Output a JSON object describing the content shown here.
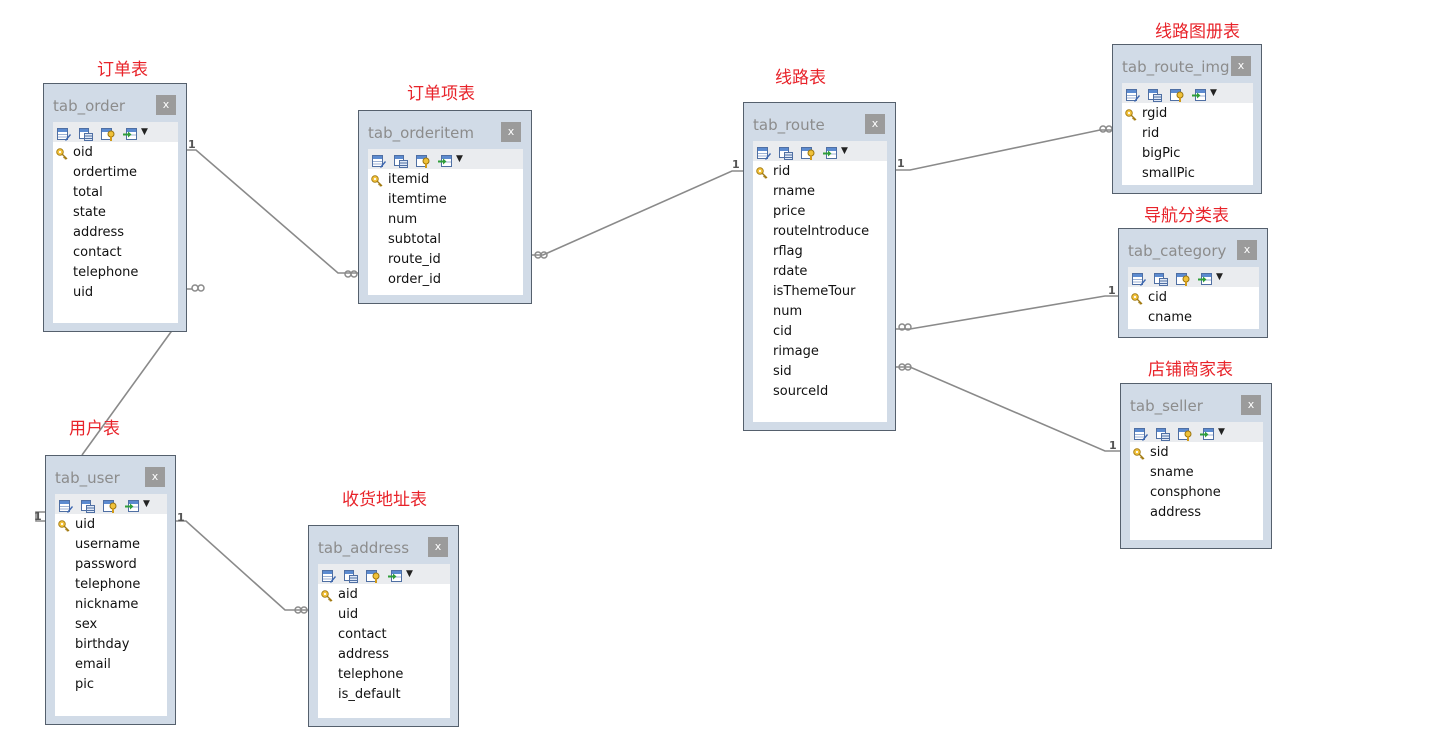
{
  "tables": {
    "order": {
      "caption": "订单表",
      "name": "tab_order",
      "close": "x",
      "fields": [
        "oid",
        "ordertime",
        "total",
        "state",
        "address",
        "contact",
        "telephone",
        "uid"
      ]
    },
    "orderitem": {
      "caption": "订单项表",
      "name": "tab_orderitem",
      "close": "x",
      "fields": [
        "itemid",
        "itemtime",
        "num",
        "subtotal",
        "route_id",
        "order_id"
      ]
    },
    "route": {
      "caption": "线路表",
      "name": "tab_route",
      "close": "x",
      "fields": [
        "rid",
        "rname",
        "price",
        "routeIntroduce",
        "rflag",
        "rdate",
        "isThemeTour",
        "num",
        "cid",
        "rimage",
        "sid",
        "sourceId"
      ]
    },
    "route_img": {
      "caption": "线路图册表",
      "name": "tab_route_img",
      "close": "x",
      "fields": [
        "rgid",
        "rid",
        "bigPic",
        "smallPic"
      ]
    },
    "category": {
      "caption": "导航分类表",
      "name": "tab_category",
      "close": "x",
      "fields": [
        "cid",
        "cname"
      ]
    },
    "seller": {
      "caption": "店铺商家表",
      "name": "tab_seller",
      "close": "x",
      "fields": [
        "sid",
        "sname",
        "consphone",
        "address"
      ]
    },
    "user": {
      "caption": "用户表",
      "name": "tab_user",
      "close": "x",
      "fields": [
        "uid",
        "username",
        "password",
        "telephone",
        "nickname",
        "sex",
        "birthday",
        "email",
        "pic"
      ]
    },
    "address": {
      "caption": "收货地址表",
      "name": "tab_address",
      "close": "x",
      "fields": [
        "aid",
        "uid",
        "contact",
        "address",
        "telephone",
        "is_default"
      ]
    }
  },
  "relation_labels": {
    "one": "1"
  },
  "colors": {
    "caption": "#e8232a",
    "table_frame": "#d1dbe7",
    "connector": "#8a8a8a",
    "key_icon": "#e5b22b"
  },
  "icons": [
    "edit-table-icon",
    "design-table-icon",
    "key-table-icon",
    "export-table-icon",
    "chevron-down-icon",
    "primary-key-icon",
    "close-icon",
    "one-cardinality-mark",
    "many-cardinality-mark"
  ]
}
